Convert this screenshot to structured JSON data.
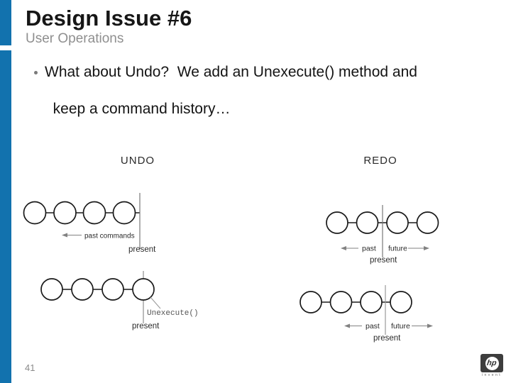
{
  "header": {
    "title": "Design Issue #6",
    "subtitle": "User Operations"
  },
  "bullet": {
    "line1": "What about Undo?  We add an Unexecute() method and",
    "line2": "keep a command history…"
  },
  "diagrams": {
    "undo": {
      "title": "UNDO",
      "before": {
        "arrow_label": "past commands",
        "present_label": "present"
      },
      "after": {
        "method_label": "Unexecute()",
        "present_label": "present"
      }
    },
    "redo": {
      "title": "REDO",
      "before": {
        "past_label": "past",
        "future_label": "future",
        "present_label": "present"
      },
      "after": {
        "past_label": "past",
        "future_label": "future",
        "present_label": "present"
      }
    }
  },
  "footer": {
    "page_number": "41",
    "logo": {
      "hp": "hp",
      "invent": "invent"
    }
  },
  "colors": {
    "accent_blue": "#1272ae",
    "title_text": "#161616",
    "subtitle_text": "#8f8f8f",
    "diagram_line": "#1a1a1a",
    "present_line_gray": "#9a9a9a"
  }
}
